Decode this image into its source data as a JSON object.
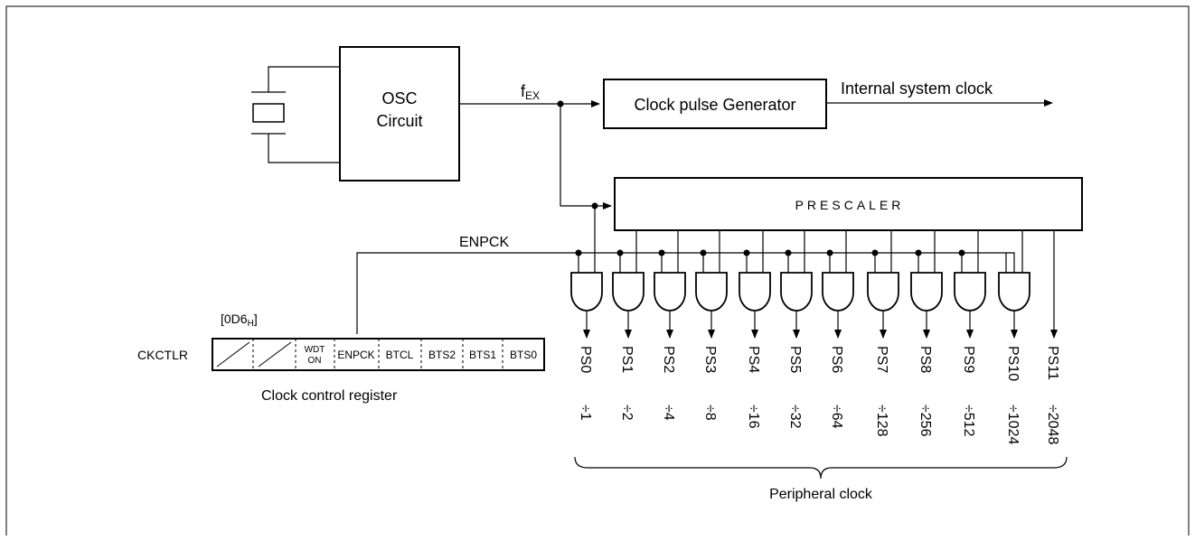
{
  "oscillator": {
    "line1": "OSC",
    "line2": "Circuit"
  },
  "fex": {
    "main": "f",
    "sub": "EX"
  },
  "clock_pulse_generator": "Clock pulse Generator",
  "internal_system_clock": "Internal system clock",
  "prescaler": "PRESCALER",
  "enpck_line": "ENPCK",
  "register": {
    "address_main": "[0D6",
    "address_sub": "H",
    "address_end": "]",
    "name": "CKCTLR",
    "caption": "Clock control register",
    "wdt_line1": "WDT",
    "wdt_line2": "ON",
    "bits": [
      "ENPCK",
      "BTCL",
      "BTS2",
      "BTS1",
      "BTS0"
    ]
  },
  "outputs": [
    {
      "name": "PS0",
      "div": "÷1"
    },
    {
      "name": "PS1",
      "div": "÷2"
    },
    {
      "name": "PS2",
      "div": "÷4"
    },
    {
      "name": "PS3",
      "div": "÷8"
    },
    {
      "name": "PS4",
      "div": "÷16"
    },
    {
      "name": "PS5",
      "div": "÷32"
    },
    {
      "name": "PS6",
      "div": "÷64"
    },
    {
      "name": "PS7",
      "div": "÷128"
    },
    {
      "name": "PS8",
      "div": "÷256"
    },
    {
      "name": "PS9",
      "div": "÷512"
    },
    {
      "name": "PS10",
      "div": "÷1024"
    },
    {
      "name": "PS11",
      "div": "÷2048"
    }
  ],
  "peripheral_clock": "Peripheral clock"
}
